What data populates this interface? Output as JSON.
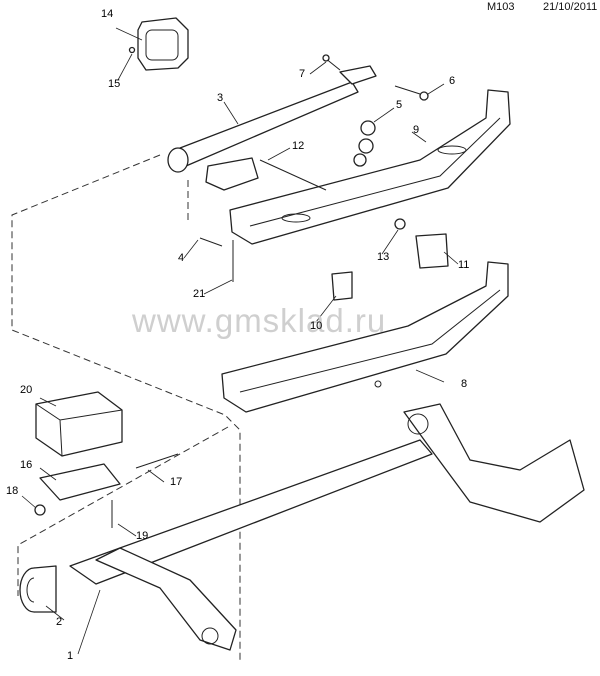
{
  "header": {
    "code": "M103",
    "date": "21/10/2011"
  },
  "watermark": "www.gmsklad.ru",
  "callouts": [
    {
      "id": "14",
      "label": "14"
    },
    {
      "id": "15",
      "label": "15"
    },
    {
      "id": "3",
      "label": "3"
    },
    {
      "id": "7",
      "label": "7"
    },
    {
      "id": "6",
      "label": "6"
    },
    {
      "id": "5",
      "label": "5"
    },
    {
      "id": "9",
      "label": "9"
    },
    {
      "id": "12",
      "label": "12"
    },
    {
      "id": "4",
      "label": "4"
    },
    {
      "id": "13",
      "label": "13"
    },
    {
      "id": "11",
      "label": "11"
    },
    {
      "id": "21",
      "label": "21"
    },
    {
      "id": "10",
      "label": "10"
    },
    {
      "id": "8",
      "label": "8"
    },
    {
      "id": "20",
      "label": "20"
    },
    {
      "id": "16",
      "label": "16"
    },
    {
      "id": "17",
      "label": "17"
    },
    {
      "id": "18",
      "label": "18"
    },
    {
      "id": "19",
      "label": "19"
    },
    {
      "id": "2",
      "label": "2"
    },
    {
      "id": "1",
      "label": "1"
    }
  ]
}
